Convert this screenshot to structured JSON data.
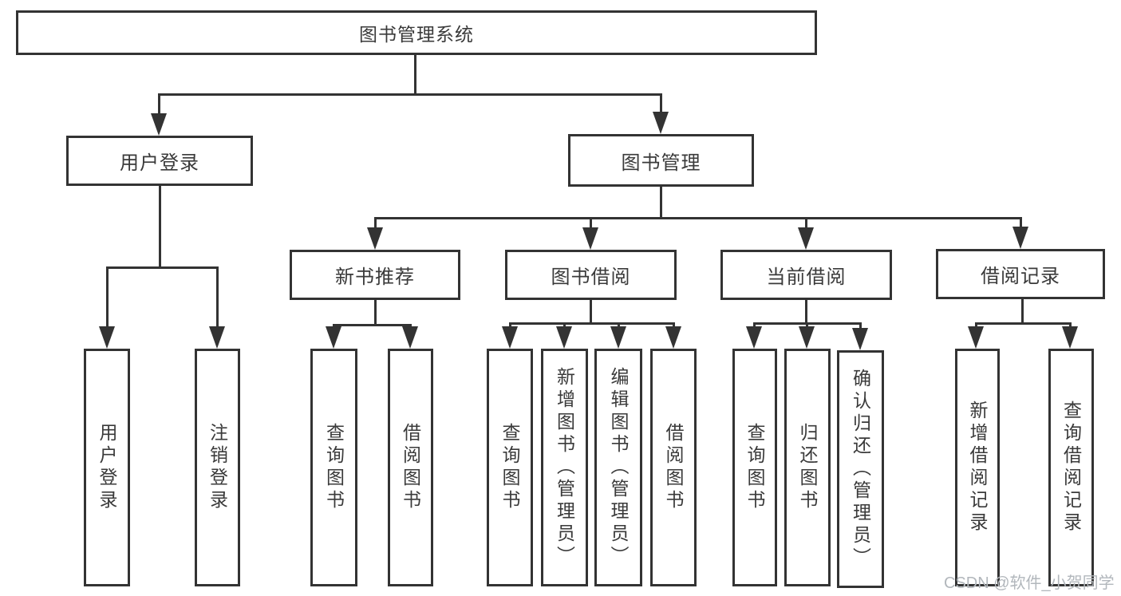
{
  "colors": {
    "line": "#333333",
    "text": "#3a3a3a",
    "watermark": "#b2b7bc"
  },
  "watermark": {
    "text": "CSDN @软件_小贺同学"
  },
  "tree": {
    "root": "图书管理系统",
    "branches": [
      {
        "label": "用户登录",
        "children": [
          "用户登录",
          "注销登录"
        ]
      },
      {
        "label": "图书管理",
        "groups": [
          {
            "label": "新书推荐",
            "children": [
              "查询图书",
              "借阅图书"
            ]
          },
          {
            "label": "图书借阅",
            "children": [
              "查询图书",
              "新增图书（管理员）",
              "编辑图书（管理员）",
              "借阅图书"
            ]
          },
          {
            "label": "当前借阅",
            "children": [
              "查询图书",
              "归还图书",
              "确认归还（管理员）"
            ]
          },
          {
            "label": "借阅记录",
            "children": [
              "新增借阅记录",
              "查询借阅记录"
            ]
          }
        ]
      }
    ]
  }
}
